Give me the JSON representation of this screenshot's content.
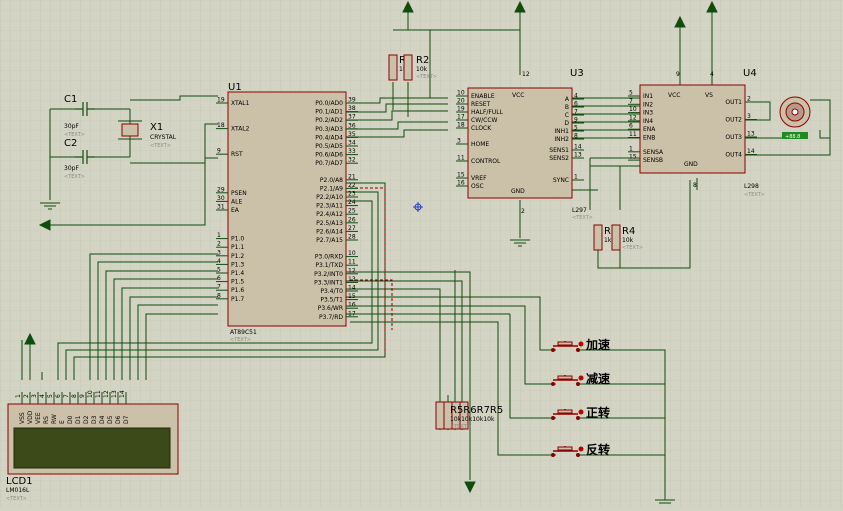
{
  "colors": {
    "wire": "#0e4d0e",
    "body": "#cbc0a8",
    "outline": "#8b0000",
    "bus": "#8b0000",
    "text": "#000000"
  },
  "components": {
    "u1": {
      "ref": "U1",
      "value": "AT89C51",
      "text": "<TEXT>",
      "left_pins": [
        {
          "num": "19",
          "name": "XTAL1"
        },
        {
          "num": "18",
          "name": "XTAL2"
        },
        {
          "num": "9",
          "name": "RST"
        },
        {
          "num": "29",
          "name": "PSEN"
        },
        {
          "num": "30",
          "name": "ALE"
        },
        {
          "num": "31",
          "name": "EA"
        },
        {
          "num": "1",
          "name": "P1.0"
        },
        {
          "num": "2",
          "name": "P1.1"
        },
        {
          "num": "3",
          "name": "P1.2"
        },
        {
          "num": "4",
          "name": "P1.3"
        },
        {
          "num": "5",
          "name": "P1.4"
        },
        {
          "num": "6",
          "name": "P1.5"
        },
        {
          "num": "7",
          "name": "P1.6"
        },
        {
          "num": "8",
          "name": "P1.7"
        }
      ],
      "right_pins": [
        {
          "num": "39",
          "name": "P0.0/AD0"
        },
        {
          "num": "38",
          "name": "P0.1/AD1"
        },
        {
          "num": "37",
          "name": "P0.2/AD2"
        },
        {
          "num": "36",
          "name": "P0.3/AD3"
        },
        {
          "num": "35",
          "name": "P0.4/AD4"
        },
        {
          "num": "34",
          "name": "P0.5/AD5"
        },
        {
          "num": "33",
          "name": "P0.6/AD6"
        },
        {
          "num": "32",
          "name": "P0.7/AD7"
        },
        {
          "num": "21",
          "name": "P2.0/A8"
        },
        {
          "num": "22",
          "name": "P2.1/A9"
        },
        {
          "num": "23",
          "name": "P2.2/A10"
        },
        {
          "num": "24",
          "name": "P2.3/A11"
        },
        {
          "num": "25",
          "name": "P2.4/A12"
        },
        {
          "num": "26",
          "name": "P2.5/A13"
        },
        {
          "num": "27",
          "name": "P2.6/A14"
        },
        {
          "num": "28",
          "name": "P2.7/A15"
        },
        {
          "num": "10",
          "name": "P3.0/RXD"
        },
        {
          "num": "11",
          "name": "P3.1/TXD"
        },
        {
          "num": "12",
          "name": "P3.2/INT0"
        },
        {
          "num": "13",
          "name": "P3.3/INT1"
        },
        {
          "num": "14",
          "name": "P3.4/T0"
        },
        {
          "num": "15",
          "name": "P3.5/T1"
        },
        {
          "num": "16",
          "name": "P3.6/WR"
        },
        {
          "num": "17",
          "name": "P3.7/RD"
        }
      ]
    },
    "u3": {
      "ref": "U3",
      "value": "L297",
      "text": "<TEXT>",
      "left_pins": [
        {
          "num": "10",
          "name": "ENABLE"
        },
        {
          "num": "20",
          "name": "RESET"
        },
        {
          "num": "19",
          "name": "HALF/FULL"
        },
        {
          "num": "17",
          "name": "CW/CCW"
        },
        {
          "num": "18",
          "name": "CLOCK"
        },
        {
          "num": "3",
          "name": "HOME"
        },
        {
          "num": "11",
          "name": "CONTROL"
        },
        {
          "num": "15",
          "name": "VREF"
        },
        {
          "num": "16",
          "name": "OSC"
        }
      ],
      "right_pins": [
        {
          "num": "4",
          "name": "A"
        },
        {
          "num": "6",
          "name": "B"
        },
        {
          "num": "7",
          "name": "C"
        },
        {
          "num": "9",
          "name": "D"
        },
        {
          "num": "5",
          "name": "INH1"
        },
        {
          "num": "8",
          "name": "INH2"
        },
        {
          "num": "14",
          "name": "SENS1"
        },
        {
          "num": "13",
          "name": "SENS2"
        },
        {
          "num": "1",
          "name": "SYNC"
        }
      ],
      "vcc": "VCC",
      "vcc_num": "12",
      "gnd": "GND",
      "gnd_num": "2"
    },
    "u4": {
      "ref": "U4",
      "value": "L298",
      "text": "<TEXT>",
      "left_pins": [
        {
          "num": "5",
          "name": "IN1"
        },
        {
          "num": "7",
          "name": "IN2"
        },
        {
          "num": "10",
          "name": "IN3"
        },
        {
          "num": "12",
          "name": "IN4"
        },
        {
          "num": "6",
          "name": "ENA"
        },
        {
          "num": "11",
          "name": "ENB"
        },
        {
          "num": "1",
          "name": "SENSA"
        },
        {
          "num": "15",
          "name": "SENSB"
        }
      ],
      "right_pins": [
        {
          "num": "2",
          "name": "OUT1"
        },
        {
          "num": "3",
          "name": "OUT2"
        },
        {
          "num": "13",
          "name": "OUT3"
        },
        {
          "num": "14",
          "name": "OUT4"
        }
      ],
      "vcc": "VCC",
      "vcc_num": "9",
      "vs": "VS",
      "vs_num": "4",
      "gnd": "GND",
      "gnd_num": "8"
    },
    "c1": {
      "ref": "C1",
      "value": "30pF",
      "text": "<TEXT>"
    },
    "c2": {
      "ref": "C2",
      "value": "30pF",
      "text": "<TEXT>"
    },
    "x1": {
      "ref": "X1",
      "value": "CRYSTAL",
      "text": "<TEXT>"
    },
    "r1": {
      "ref": "R1",
      "value": "1k"
    },
    "r2": {
      "ref": "R2",
      "value": "10k",
      "text": "<TEXT>"
    },
    "r3": {
      "ref": "R3",
      "value": "1k"
    },
    "r4": {
      "ref": "R4",
      "value": "10k",
      "text": "<TEXT>"
    },
    "rbank": {
      "ref": "R5R6R7R5",
      "values": "10k10k10k10k",
      "text": "<TEXT>"
    },
    "lcd": {
      "ref": "LCD1",
      "value": "LM016L",
      "text": "<TEXT>",
      "pins": [
        {
          "num": "1",
          "name": "VSS"
        },
        {
          "num": "2",
          "name": "VDD"
        },
        {
          "num": "3",
          "name": "VEE"
        },
        {
          "num": "4",
          "name": "RS"
        },
        {
          "num": "5",
          "name": "RW"
        },
        {
          "num": "6",
          "name": "E"
        },
        {
          "num": "7",
          "name": "D0"
        },
        {
          "num": "8",
          "name": "D1"
        },
        {
          "num": "9",
          "name": "D2"
        },
        {
          "num": "10",
          "name": "D3"
        },
        {
          "num": "11",
          "name": "D4"
        },
        {
          "num": "12",
          "name": "D5"
        },
        {
          "num": "13",
          "name": "D6"
        },
        {
          "num": "14",
          "name": "D7"
        }
      ]
    },
    "motor": {
      "label": "+88.8"
    }
  },
  "buttons": [
    {
      "label": "加速"
    },
    {
      "label": "减速"
    },
    {
      "label": "正转"
    },
    {
      "label": "反转"
    }
  ]
}
